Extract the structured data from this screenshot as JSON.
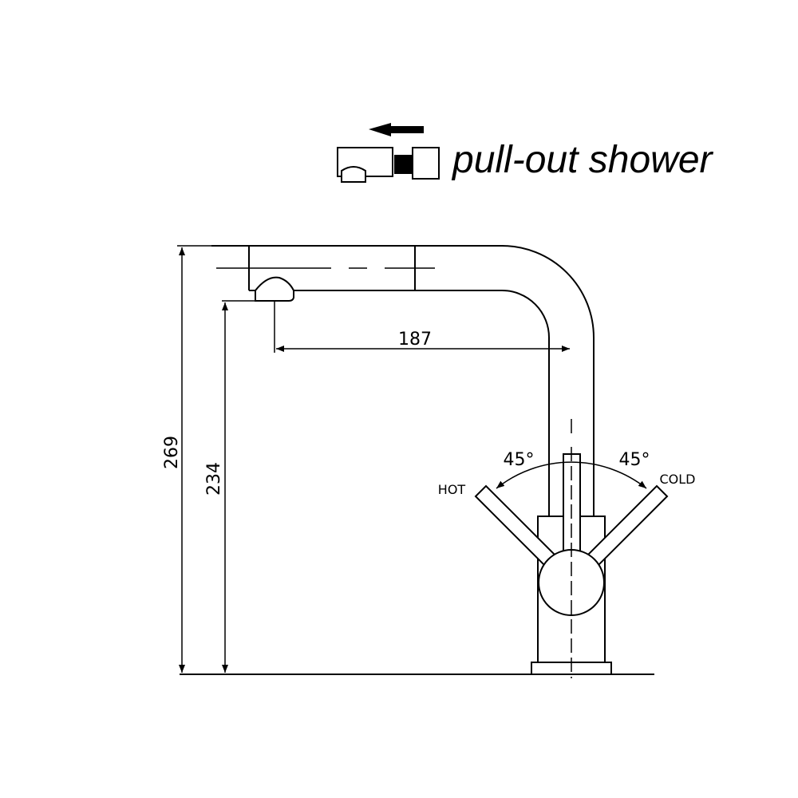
{
  "legend": {
    "label": "pull-out shower",
    "icon": "pull-out-shower-icon",
    "arrow_icon": "arrow-left-icon"
  },
  "dimensions": {
    "spout_reach": "187",
    "total_height": "269",
    "spout_height": "234"
  },
  "handles": {
    "hot_label": "HOT",
    "cold_label": "COLD",
    "hot_angle": "45°",
    "cold_angle": "45°"
  }
}
